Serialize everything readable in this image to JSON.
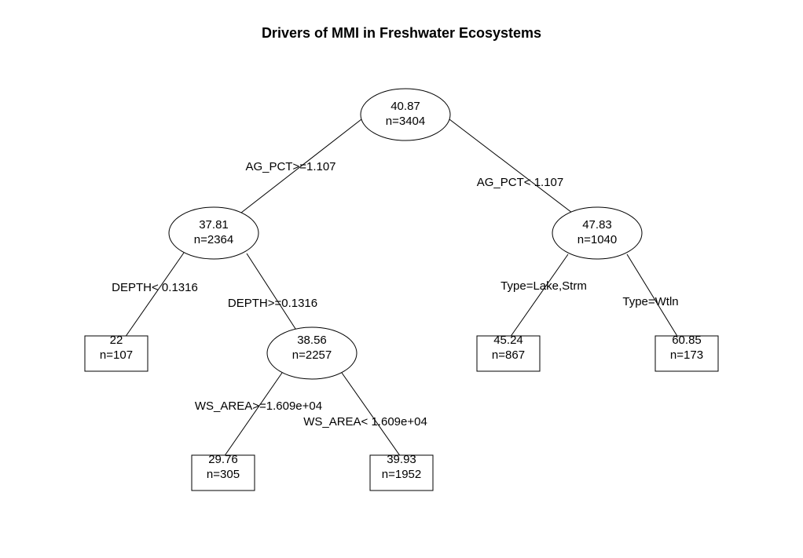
{
  "title": "Drivers of MMI in Freshwater Ecosystems",
  "nodes": {
    "root": {
      "value": "40.87",
      "n": "n=3404",
      "shape": "ellipse"
    },
    "n1": {
      "value": "37.81",
      "n": "n=2364",
      "shape": "ellipse"
    },
    "n2": {
      "value": "47.83",
      "n": "n=1040",
      "shape": "ellipse"
    },
    "leaf1": {
      "value": "22",
      "n": "n=107",
      "shape": "box"
    },
    "n4": {
      "value": "38.56",
      "n": "n=2257",
      "shape": "ellipse"
    },
    "leaf2": {
      "value": "29.76",
      "n": "n=305",
      "shape": "box"
    },
    "leaf3": {
      "value": "39.93",
      "n": "n=1952",
      "shape": "box"
    },
    "leaf4": {
      "value": "45.24",
      "n": "n=867",
      "shape": "box"
    },
    "leaf5": {
      "value": "60.85",
      "n": "n=173",
      "shape": "box"
    }
  },
  "splits": {
    "root_left": "AG_PCT>=1.107",
    "root_right": "AG_PCT< 1.107",
    "n1_left": "DEPTH< 0.1316",
    "n1_right": "DEPTH>=0.1316",
    "n4_left": "WS_AREA>=1.609e+04",
    "n4_right": "WS_AREA< 1.609e+04",
    "n2_left": "Type=Lake,Strm",
    "n2_right": "Type=Wtln"
  },
  "colors": {
    "line": "#000000",
    "fill": "#ffffff",
    "text": "#000000"
  }
}
